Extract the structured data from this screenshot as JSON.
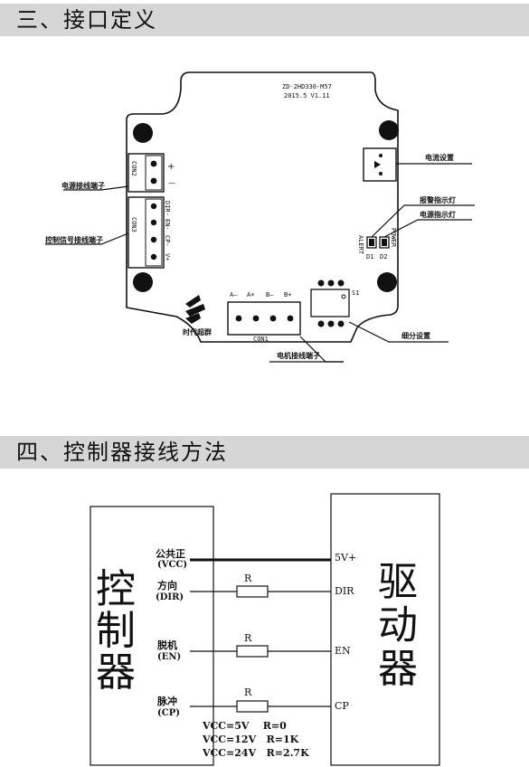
{
  "sections": {
    "interface": "三、接口定义",
    "wiring": "四、控制器接线方法"
  },
  "board": {
    "model": "ZD-2HD330-M57",
    "version": "2015.5   V1.11",
    "con2_id": "CON2",
    "con3_id": "CON3",
    "con1_id": "CON1",
    "con2_pins": [
      "+",
      "—"
    ],
    "con3_pins": [
      "DIR-",
      "EN-",
      "CP-",
      "V+"
    ],
    "motor_pins": [
      "A—",
      "A+",
      "B—",
      "B+"
    ],
    "brand": "时代超群",
    "switch_id": "S1",
    "alert_label": "ALERT",
    "power_label": "POWER",
    "d1": "D1",
    "d2": "D2"
  },
  "callouts": {
    "power_terminal": "电源接线端子",
    "control_terminal": "控制信号接线端子",
    "current_setting": "电流设置",
    "alarm_light": "报警指示灯",
    "power_light": "电源指示灯",
    "subdivision": "细分设置",
    "motor_terminal": "电机接线端子"
  },
  "wiring": {
    "controller_chars": [
      "控",
      "制",
      "器"
    ],
    "driver_chars": [
      "驱",
      "动",
      "器"
    ],
    "signals": [
      {
        "name": "公共正",
        "sub": "(VCC)",
        "pin": "5V+"
      },
      {
        "name": "方向",
        "sub": "(DIR)",
        "pin": "DIR",
        "resistor": "R"
      },
      {
        "name": "脱机",
        "sub": "(EN)",
        "pin": "EN",
        "resistor": "R"
      },
      {
        "name": "脉冲",
        "sub": "(CP)",
        "pin": "CP",
        "resistor": "R"
      }
    ],
    "notes": [
      "VCC=5V    R=0",
      "VCC=12V   R=1K",
      "VCC=24V   R=2.7K"
    ]
  }
}
